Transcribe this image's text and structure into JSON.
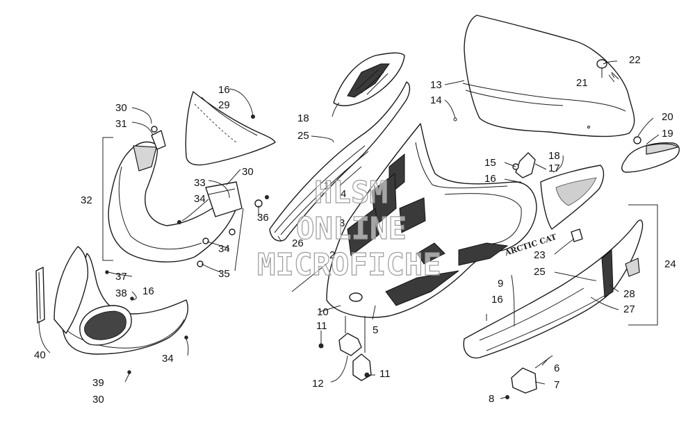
{
  "watermark": {
    "line1": "HLSM",
    "line2": "ONLINE",
    "line3": "MICROFICHE"
  },
  "brand_decal": "ARCTIC CAT",
  "callouts": {
    "c1": "1",
    "c2": "2",
    "c3": "3",
    "c4": "4",
    "c5": "5",
    "c6": "6",
    "c7": "7",
    "c8": "8",
    "c9": "9",
    "c10": "10",
    "c11a": "11",
    "c11b": "11",
    "c12": "12",
    "c13": "13",
    "c14": "14",
    "c15": "15",
    "c16a": "16",
    "c16b": "16",
    "c16c": "16",
    "c16d": "16",
    "c17": "17",
    "c18a": "18",
    "c18b": "18",
    "c19": "19",
    "c20": "20",
    "c21": "21",
    "c22": "22",
    "c23": "23",
    "c24": "24",
    "c25a": "25",
    "c25b": "25",
    "c26": "26",
    "c27": "27",
    "c28": "28",
    "c29": "29",
    "c30a": "30",
    "c30b": "30",
    "c30c": "30",
    "c31": "31",
    "c32": "32",
    "c33": "33",
    "c34a": "34",
    "c34b": "34",
    "c34c": "34",
    "c35": "35",
    "c36": "36",
    "c37": "37",
    "c38": "38",
    "c39": "39",
    "c40": "40"
  }
}
